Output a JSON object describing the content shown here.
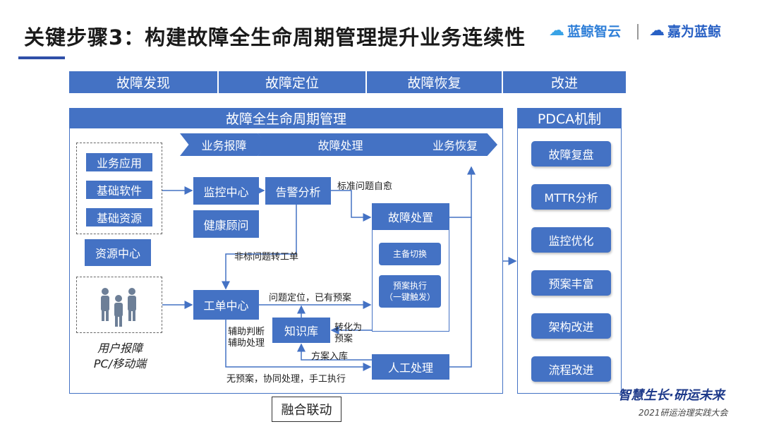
{
  "title": "关键步骤3：构建故障全生命周期管理提升业务连续性",
  "logos": {
    "left": "蓝鲸智云",
    "right": "嘉为蓝鲸"
  },
  "phases": [
    "故障发现",
    "故障定位",
    "故障恢复",
    "改进"
  ],
  "lifecycle": {
    "header": "故障全生命周期管理",
    "stages": [
      "业务报障",
      "故障处理",
      "业务恢复"
    ],
    "layers": [
      "业务应用",
      "基础软件",
      "基础资源"
    ],
    "resource_center": "资源中心",
    "user_report": [
      "用户报障",
      "PC/移动端"
    ],
    "monitor_center": "监控中心",
    "health_advisor": "健康顾问",
    "alert_analysis": "告警分析",
    "ticket_center": "工单中心",
    "knowledge_base": "知识库",
    "fault_handling": "故障处置",
    "failover": "主备切换",
    "plan_execution": [
      "预案执行",
      "（一键触发）"
    ],
    "manual_handling": "人工处理",
    "labels": {
      "std_self_heal": "标准问题自愈",
      "nonstd_ticket": "非标问题转工单",
      "located_with_plan": "问题定位，已有预案",
      "aux_judge": "辅助判断",
      "aux_handle": "辅助处理",
      "convert_plan_1": "转化为",
      "convert_plan_2": "预案",
      "plan_store": "方案入库",
      "no_plan": "无预案，协同处理，手工执行"
    }
  },
  "pdca": {
    "header": "PDCA机制",
    "items": [
      "故障复盘",
      "MTTR分析",
      "监控优化",
      "预案丰富",
      "架构改进",
      "流程改进"
    ]
  },
  "fusion": "融合联动",
  "slogan": "智慧生长·研运未来",
  "conference": "2021研运治理实践大会"
}
